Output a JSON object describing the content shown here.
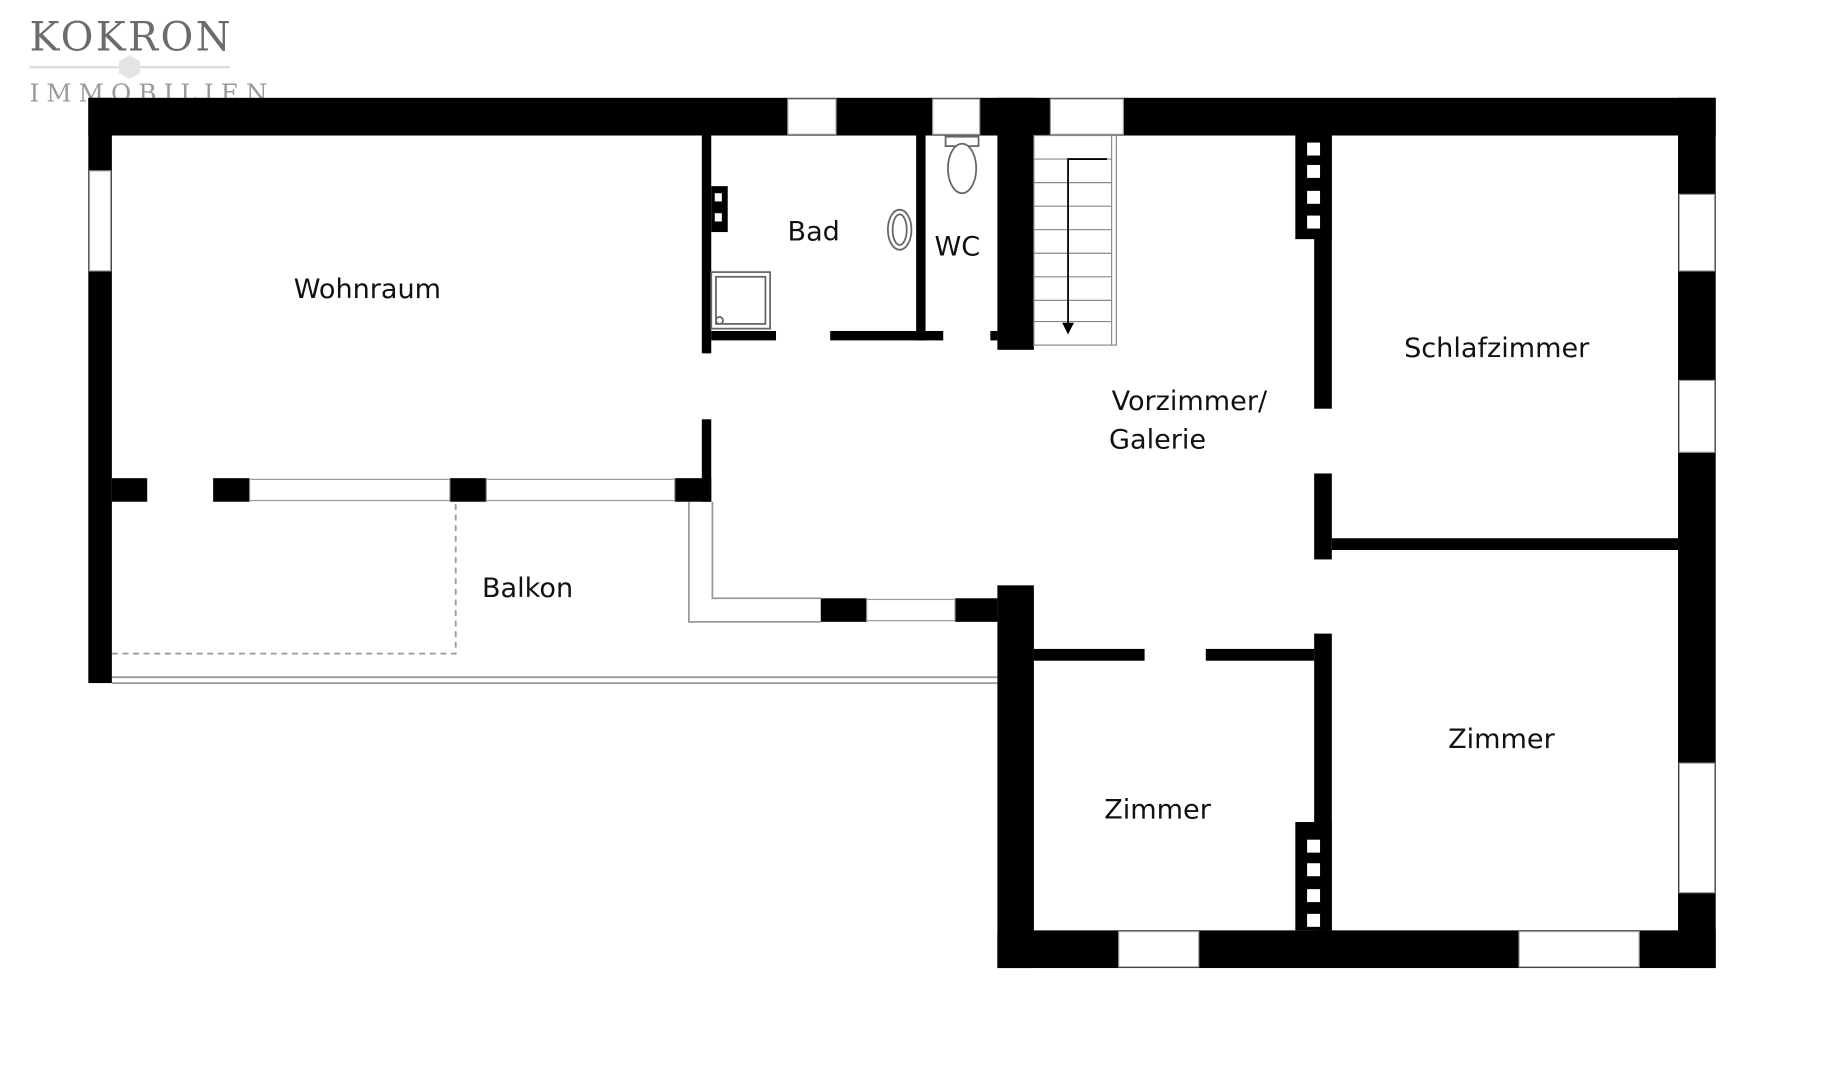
{
  "logo": {
    "brand": "KOKRON",
    "sub": "IMMOBILIEN"
  },
  "rooms": {
    "wohnraum": "Wohnraum",
    "bad": "Bad",
    "wc": "WC",
    "vorzimmer_line1": "Vorzimmer/",
    "vorzimmer_line2": "Galerie",
    "schlafzimmer": "Schlafzimmer",
    "balkon": "Balkon",
    "zimmer_right": "Zimmer",
    "zimmer_left": "Zimmer"
  },
  "colors": {
    "wall": "#000000",
    "logo": "#6b6b6b"
  }
}
